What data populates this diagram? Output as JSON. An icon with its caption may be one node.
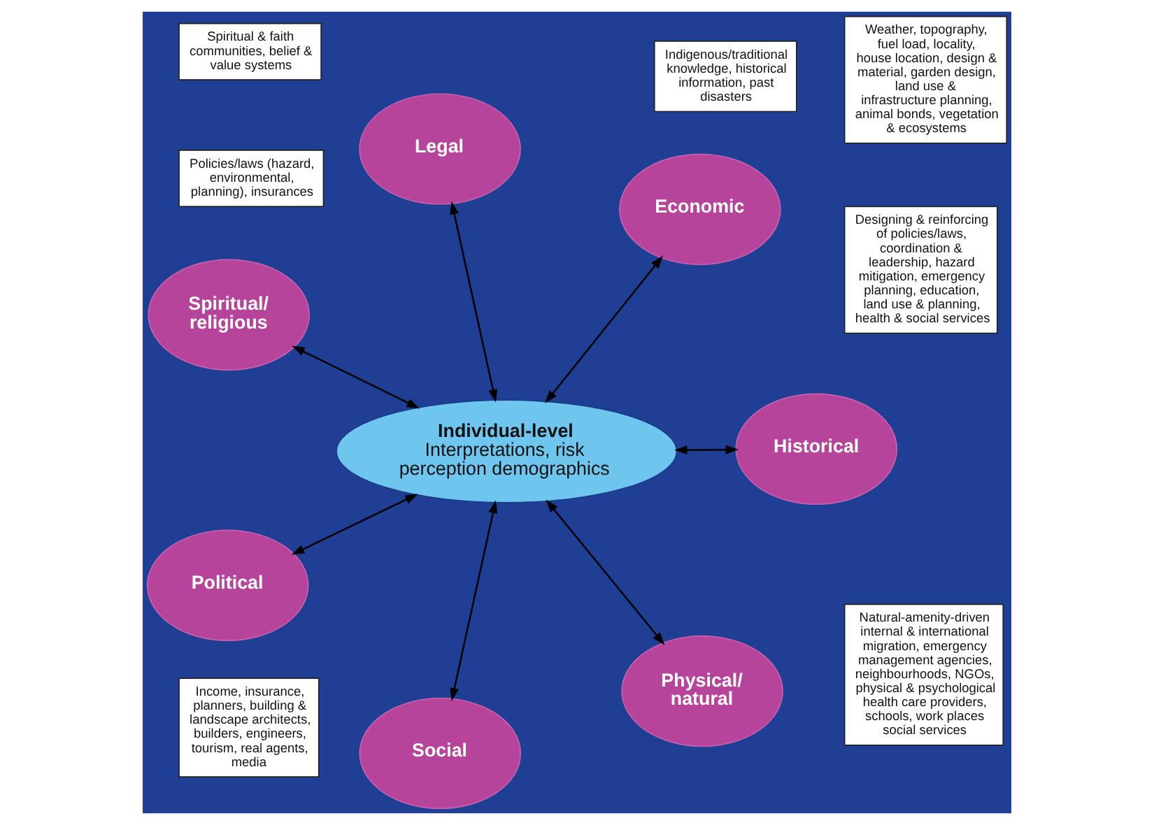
{
  "diagram": {
    "nodes": [
      {
        "text": [
          "Individual-level",
          "Interpretations, risk perception demographics"
        ]
      },
      {
        "text": [
          "Historical"
        ]
      },
      {
        "text": [
          "Social"
        ]
      },
      {
        "text": [
          "Spiritual/ religious"
        ]
      },
      {
        "text": [
          "Economic"
        ]
      },
      {
        "text": [
          "Legal"
        ]
      },
      {
        "text": [
          "Political"
        ]
      },
      {
        "text": [
          "Physical/ natural"
        ]
      },
      {
        "text": [
          "Indigenous/traditional knowledge, historical information, past disasters"
        ]
      },
      {
        "text": [
          "Natural-amenity-driven internal & international migration, emergency management agencies, neighbourhoods, NGOs, physical & psychological health care providers, schools, work places social services"
        ]
      },
      {
        "text": [
          "Spiritual & faith communities, belief & value systems"
        ]
      },
      {
        "text": [
          "Income, insurance, planners, building & landscape architects, builders, engineers, tourism, real agents, media"
        ]
      },
      {
        "text": [
          "Policies/laws (hazard, environmental, planning), insurances"
        ]
      },
      {
        "text": [
          "Designing & reinforcing of policies/laws, coordination & leadership, hazard mitigation, emergency planning, education, land use & planning, health & social services"
        ]
      },
      {
        "text": [
          "Weather, topography, fuel load, locality, house location, design & material, garden design, land use & infrastructure planning, animal bonds, vegetation & ecosystems"
        ]
      }
    ],
    "edges": [
      {
        "from": 0,
        "to": 1,
        "arrow": "both"
      },
      {
        "from": 0,
        "to": 2,
        "arrow": "both"
      },
      {
        "from": 0,
        "to": 3,
        "arrow": "both"
      },
      {
        "from": 0,
        "to": 4,
        "arrow": "both"
      },
      {
        "from": 0,
        "to": 5,
        "arrow": "both"
      },
      {
        "from": 0,
        "to": 6,
        "arrow": "both"
      },
      {
        "from": 0,
        "to": 7,
        "arrow": "both"
      }
    ]
  }
}
